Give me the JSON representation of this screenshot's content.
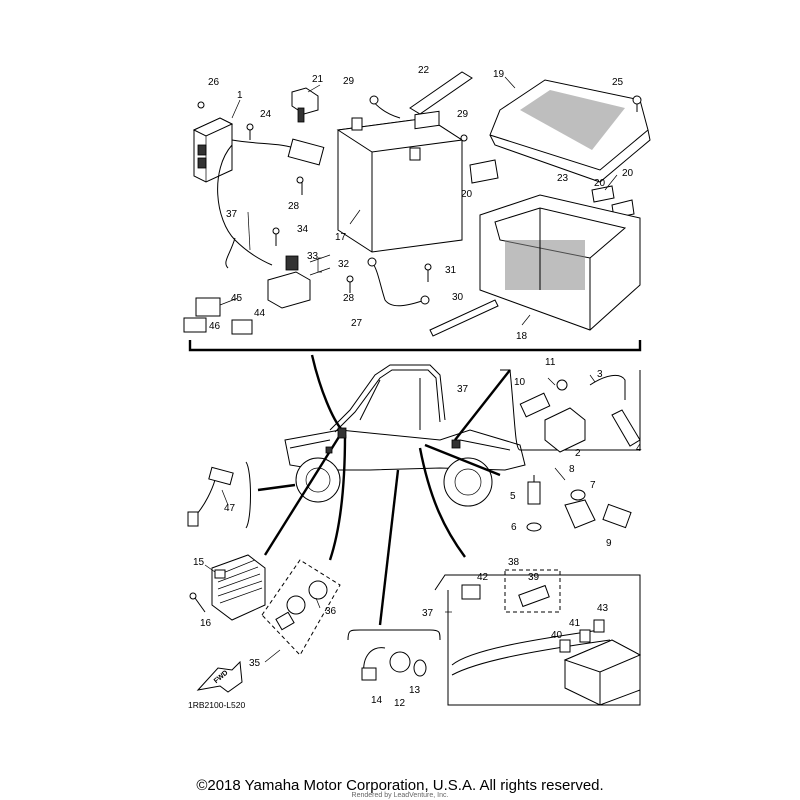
{
  "diagram": {
    "reference_code": "1RB2100-L520",
    "direction_label": "FWD",
    "callouts": {
      "c1": "1",
      "c2": "2",
      "c3": "3",
      "c4": "4",
      "c5": "5",
      "c6": "6",
      "c7": "7",
      "c8": "8",
      "c9": "9",
      "c10": "10",
      "c11": "11",
      "c12": "12",
      "c13": "13",
      "c14": "14",
      "c15": "15",
      "c16": "16",
      "c17": "17",
      "c18": "18",
      "c19": "19",
      "c20a": "20",
      "c20b": "20",
      "c20c": "20",
      "c21": "21",
      "c22": "22",
      "c23": "23",
      "c24": "24",
      "c25": "25",
      "c26": "26",
      "c27": "27",
      "c28a": "28",
      "c28b": "28",
      "c29a": "29",
      "c29b": "29",
      "c30": "30",
      "c31": "31",
      "c32": "32",
      "c33": "33",
      "c34": "34",
      "c35": "35",
      "c36": "36",
      "c37a": "37",
      "c37b": "37",
      "c37c": "37",
      "c38": "38",
      "c39": "39",
      "c40": "40",
      "c41": "41",
      "c42": "42",
      "c43": "43",
      "c44": "44",
      "c45": "45",
      "c46": "46",
      "c47": "47"
    }
  },
  "footer": {
    "copyright": "©2018 Yamaha Motor Corporation, U.S.A. All rights reserved.",
    "watermark": "Rendered by LeadVenture, Inc."
  }
}
